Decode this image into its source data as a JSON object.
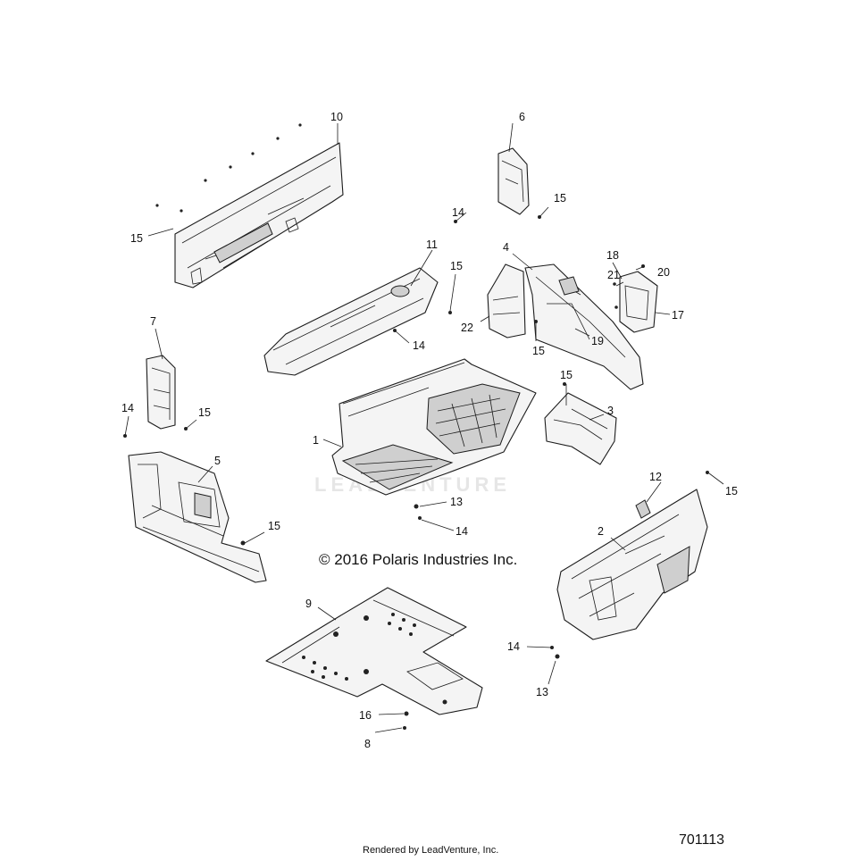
{
  "watermark": "LEADVENTURE",
  "copyright": "© 2016 Polaris Industries Inc.",
  "rendered_by": "Rendered by LeadVenture, Inc.",
  "diagram_number": "701113",
  "callouts": {
    "c1": "1",
    "c2": "2",
    "c3": "3",
    "c4": "4",
    "c5": "5",
    "c6": "6",
    "c7": "7",
    "c8": "8",
    "c9": "9",
    "c10": "10",
    "c11": "11",
    "c12": "12",
    "c13a": "13",
    "c13b": "13",
    "c14a": "14",
    "c14b": "14",
    "c14c": "14",
    "c14d": "14",
    "c14e": "14",
    "c15a": "15",
    "c15b": "15",
    "c15c": "15",
    "c15d": "15",
    "c15e": "15",
    "c15f": "15",
    "c15g": "15",
    "c15h": "15",
    "c16": "16",
    "c17": "17",
    "c18": "18",
    "c19": "19",
    "c20": "20",
    "c21": "21",
    "c22": "22"
  }
}
